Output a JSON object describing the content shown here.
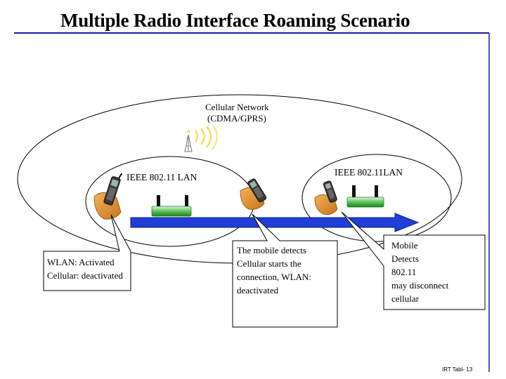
{
  "title": "Multiple Radio Interface Roaming Scenario",
  "networks": {
    "cellular": {
      "line1": "Cellular Network",
      "line2": "(CDMA/GPRS)"
    },
    "wlan_left": "IEEE 802.11 LAN",
    "wlan_right": "IEEE 802.11LAN"
  },
  "callouts": {
    "left": "WLAN: Activated\nCellular: deactivated",
    "middle": "The mobile detects\nCellular starts the\nconnection, WLAN:\ndeactivated",
    "right": "Mobile\nDetects\n802.11\nmay disconnect\ncellular"
  },
  "footer": "IRT Tabl- 13",
  "colors": {
    "title_rule": "#1a1aa8",
    "arrow": "#1f3fd6",
    "access_point": "#2e9e2e",
    "hand": "#d98a2b"
  }
}
